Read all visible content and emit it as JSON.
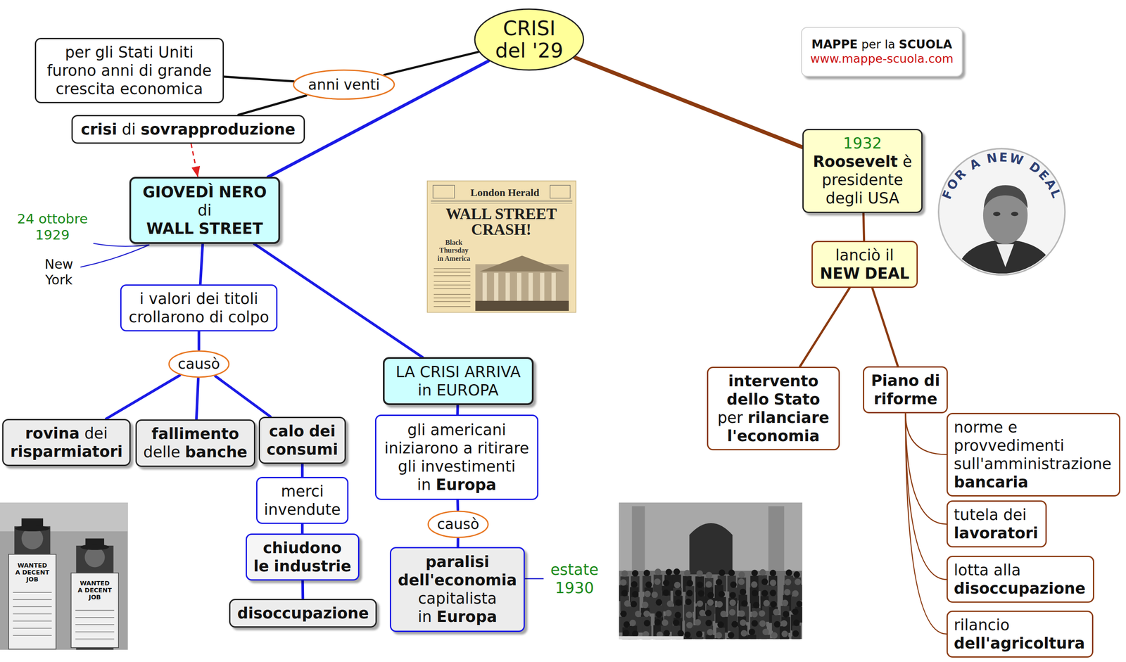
{
  "diagram": {
    "nodes": [
      {
        "text": [
          "CRISI del '29"
        ]
      },
      {
        "text": [
          "anni venti"
        ]
      },
      {
        "text": [
          "per gli Stati Uniti furono anni di grande crescita economica"
        ]
      },
      {
        "text": [
          "crisi di sovrapproduzione"
        ]
      },
      {
        "text": [
          "GIOVEDÌ NERO di WALL STREET"
        ]
      },
      {
        "text": [
          "i valori dei titoli crollarono di colpo"
        ]
      },
      {
        "text": [
          "causò"
        ]
      },
      {
        "text": [
          "rovina dei risparmiatori"
        ]
      },
      {
        "text": [
          "fallimento delle banche"
        ]
      },
      {
        "text": [
          "calo dei consumi"
        ]
      },
      {
        "text": [
          "merci invendute"
        ]
      },
      {
        "text": [
          "chiudono le industrie"
        ]
      },
      {
        "text": [
          "disoccupazione"
        ]
      },
      {
        "text": [
          "LA CRISI ARRIVA in EUROPA"
        ]
      },
      {
        "text": [
          "gli americani iniziarono a ritirare gli investimenti in Europa"
        ]
      },
      {
        "text": [
          "causò"
        ]
      },
      {
        "text": [
          "paralisi dell'economia capitalista in Europa"
        ]
      },
      {
        "text": [
          "1932",
          "Roosevelt è presidente degli USA"
        ]
      },
      {
        "text": [
          "lanciò il NEW DEAL"
        ]
      },
      {
        "text": [
          "intervento dello Stato per rilanciare l'economia"
        ]
      },
      {
        "text": [
          "Piano di riforme"
        ]
      },
      {
        "text": [
          "norme e provvedimenti sull'amministrazione bancaria"
        ]
      },
      {
        "text": [
          "tutela dei lavoratori"
        ]
      },
      {
        "text": [
          "lotta alla disoccupazione"
        ]
      },
      {
        "text": [
          "rilancio dell'agricoltura"
        ]
      },
      {
        "text": [
          "MAPPE per la SCUOLA",
          "www.mappe-scuola.com"
        ]
      }
    ],
    "edges": [
      {
        "from": 0,
        "to": 1,
        "arrow": "none"
      },
      {
        "from": 1,
        "to": 2,
        "arrow": "none"
      },
      {
        "from": 1,
        "to": 3,
        "arrow": "none"
      },
      {
        "from": 3,
        "to": 4,
        "arrow": "to"
      },
      {
        "from": 0,
        "to": 4,
        "arrow": "none"
      },
      {
        "from": 4,
        "to": 5,
        "arrow": "none"
      },
      {
        "from": 5,
        "to": 6,
        "arrow": "none"
      },
      {
        "from": 6,
        "to": 7,
        "arrow": "none"
      },
      {
        "from": 6,
        "to": 8,
        "arrow": "none"
      },
      {
        "from": 6,
        "to": 9,
        "arrow": "none"
      },
      {
        "from": 9,
        "to": 10,
        "arrow": "none"
      },
      {
        "from": 10,
        "to": 11,
        "arrow": "none"
      },
      {
        "from": 11,
        "to": 12,
        "arrow": "none"
      },
      {
        "from": 4,
        "to": 13,
        "arrow": "none"
      },
      {
        "from": 13,
        "to": 14,
        "arrow": "none"
      },
      {
        "from": 14,
        "to": 15,
        "arrow": "none"
      },
      {
        "from": 15,
        "to": 16,
        "arrow": "none"
      },
      {
        "from": 0,
        "to": 17,
        "arrow": "none"
      },
      {
        "from": 17,
        "to": 18,
        "arrow": "none"
      },
      {
        "from": 18,
        "to": 19,
        "arrow": "none"
      },
      {
        "from": 18,
        "to": 20,
        "arrow": "none"
      },
      {
        "from": 20,
        "to": 21,
        "arrow": "none"
      },
      {
        "from": 20,
        "to": 22,
        "arrow": "none"
      },
      {
        "from": 20,
        "to": 23,
        "arrow": "none"
      },
      {
        "from": 20,
        "to": 24,
        "arrow": "none"
      }
    ],
    "labels": [
      "24 ottobre 1929",
      "New York",
      "estate 1930",
      "London Herald",
      "WALL STREET CRASH!",
      "Black Thursday in America",
      "FOR A NEW DEAL",
      "WANTED A DECENT JOB",
      "WANTED A DECENT JOB"
    ]
  }
}
